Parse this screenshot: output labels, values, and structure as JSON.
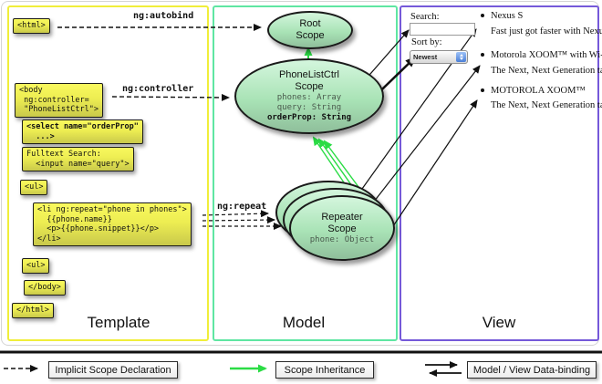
{
  "columns": {
    "template": "Template",
    "model": "Model",
    "view": "View"
  },
  "arrow_labels": {
    "ng_autobind": "ng:autobind",
    "ng_controller": "ng:controller",
    "ng_repeat": "ng:repeat"
  },
  "template": {
    "html_open": "<html>",
    "body_open": "<body\n ng:controller=\n \"PhoneListCtrl\">",
    "select": "<select name=\"orderProp\"\n  ...>",
    "fulltext": "Fulltext Search:\n  <input name=\"query\">",
    "ul_open": "<ul>",
    "li_repeat": "<li ng:repeat=\"phone in phones\">\n  {{phone.name}}\n  <p>{{phone.snippet}}</p>\n</li>",
    "ul_close": "<ul>",
    "body_close": "</body>",
    "html_close": "</html>"
  },
  "model": {
    "root_scope_title": "Root\nScope",
    "phonelist_title": "PhoneListCtrl\nScope",
    "phones_prop": "phones: Array",
    "query_prop": "query: String",
    "orderprop_prop": "orderProp: String",
    "repeater_title": "Repeater\nScope",
    "phone_prop": "phone: Object"
  },
  "view": {
    "search_label": "Search:",
    "search_value": "",
    "sort_label": "Sort by:",
    "sort_value": "Newest",
    "items": [
      {
        "name": "Nexus S",
        "desc": "Fast just got faster with Nexus S."
      },
      {
        "name": "Motorola XOOM™ with Wi-Fi",
        "desc": "The Next, Next Generation tablet."
      },
      {
        "name": "MOTOROLA XOOM™",
        "desc": "The Next, Next Generation tablet."
      }
    ]
  },
  "legend": {
    "implicit": "Implicit Scope Declaration",
    "inheritance": "Scope Inheritance",
    "databinding": "Model / View Data-binding"
  },
  "colors": {
    "template_border": "#f0ee3a",
    "model_border": "#5fe6a2",
    "view_border": "#7559d9",
    "inheritance_green": "#2bdc45",
    "code_box_yellow": "#eded52",
    "scope_fill_top": "#d4f6dd",
    "scope_fill_bottom": "#8fbf9b"
  }
}
